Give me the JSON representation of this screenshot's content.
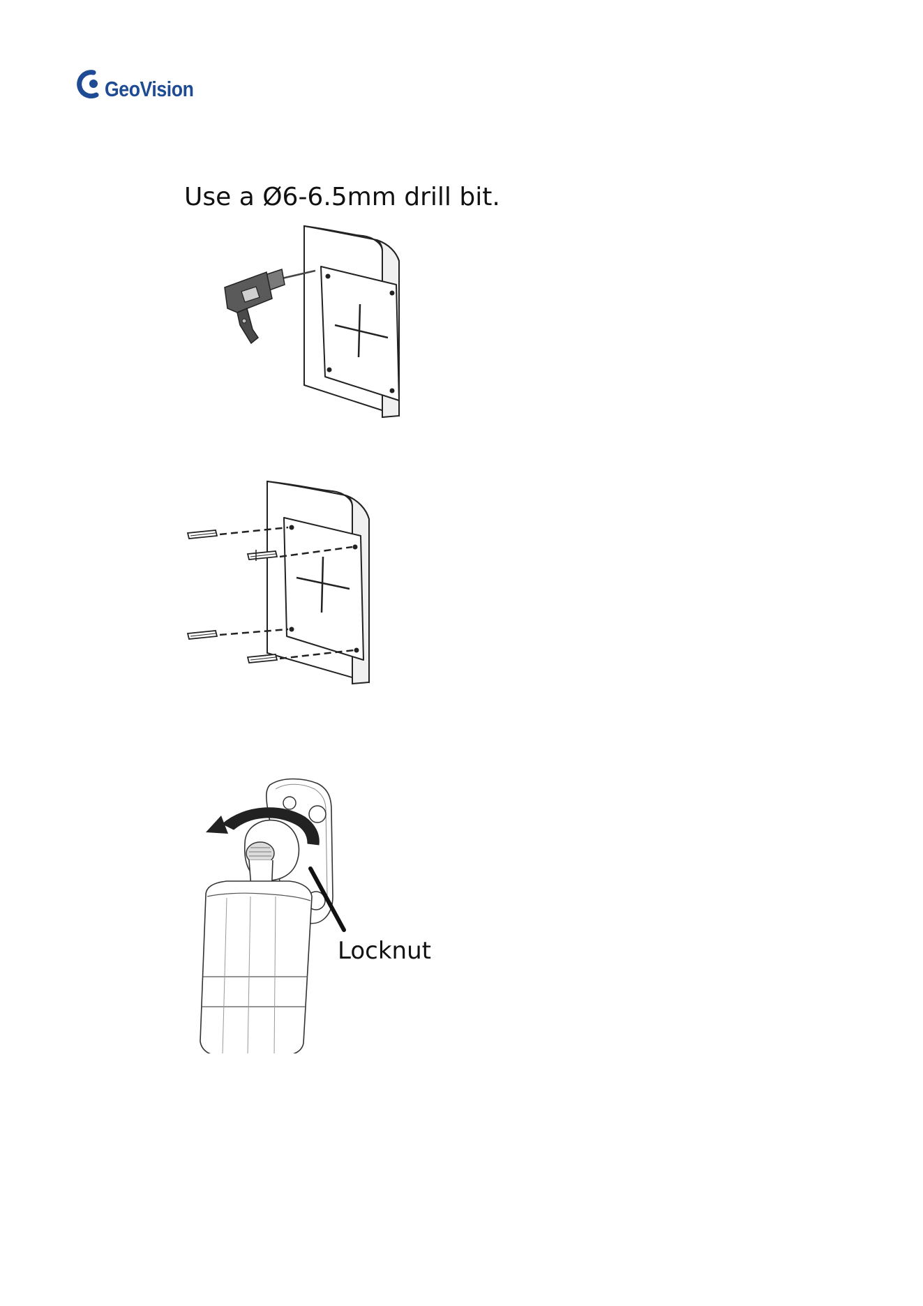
{
  "header": {
    "logo_text": "GeoVision"
  },
  "figures": {
    "drill": {
      "caption": "Use a Ø6-6.5mm drill bit."
    },
    "camera": {
      "locknut_label": "Locknut"
    }
  }
}
